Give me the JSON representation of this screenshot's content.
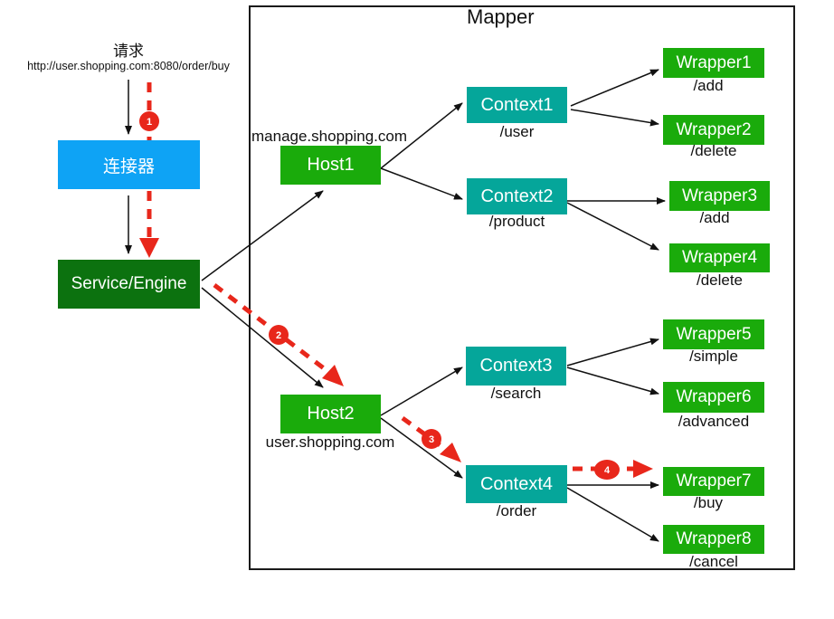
{
  "request": {
    "title": "请求",
    "url": "http://user.shopping.com:8080/order/buy"
  },
  "connector": {
    "label": "连接器"
  },
  "service": {
    "label": "Service/Engine"
  },
  "mapper": {
    "title": "Mapper"
  },
  "hosts": [
    {
      "label": "Host1",
      "domain": "manage.shopping.com"
    },
    {
      "label": "Host2",
      "domain": "user.shopping.com"
    }
  ],
  "contexts": [
    {
      "label": "Context1",
      "path": "/user"
    },
    {
      "label": "Context2",
      "path": "/product"
    },
    {
      "label": "Context3",
      "path": "/search"
    },
    {
      "label": "Context4",
      "path": "/order"
    }
  ],
  "wrappers": [
    {
      "label": "Wrapper1",
      "path": "/add"
    },
    {
      "label": "Wrapper2",
      "path": "/delete"
    },
    {
      "label": "Wrapper3",
      "path": "/add"
    },
    {
      "label": "Wrapper4",
      "path": "/delete"
    },
    {
      "label": "Wrapper5",
      "path": "/simple"
    },
    {
      "label": "Wrapper6",
      "path": "/advanced"
    },
    {
      "label": "Wrapper7",
      "path": "/buy"
    },
    {
      "label": "Wrapper8",
      "path": "/cancel"
    }
  ],
  "steps": [
    "1",
    "2",
    "3",
    "4"
  ],
  "colors": {
    "connector": "#0ea3f5",
    "service": "#0c720f",
    "host": "#1aab0b",
    "context": "#05a69a",
    "wrapper": "#1aab0b",
    "request_path": "#e8271b"
  }
}
